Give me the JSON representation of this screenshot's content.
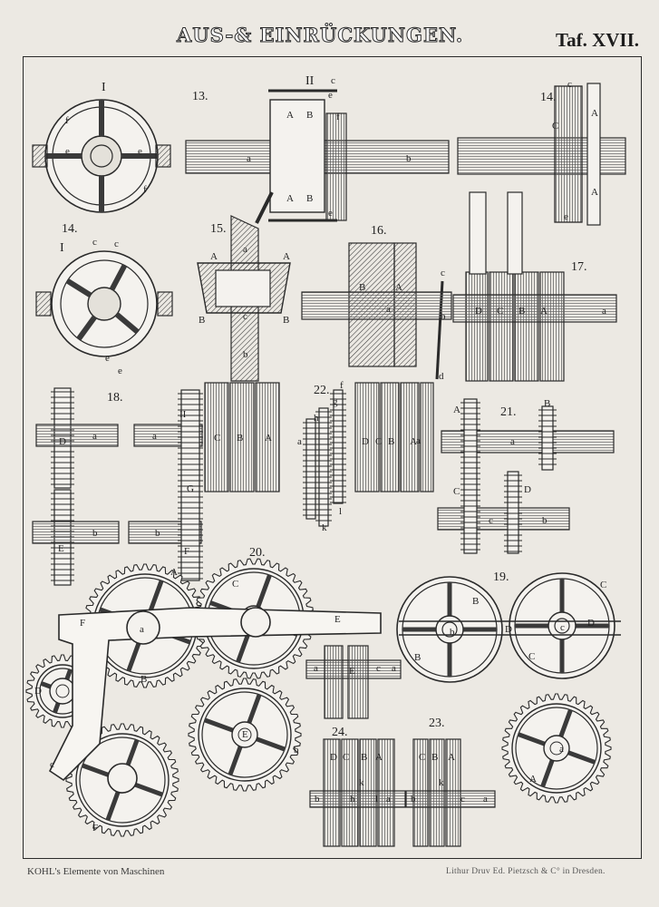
{
  "header": {
    "title": "AUS-& EINRÜCKUNGEN.",
    "plate_number": "Taf. XVII."
  },
  "figure_numbers": [
    "I",
    "13.",
    "II",
    "14.",
    "14.",
    "I",
    "15.",
    "16.",
    "17.",
    "18.",
    "22.",
    "21.",
    "20.",
    "19.",
    "24.",
    "23."
  ],
  "part_labels": {
    "fig_I_top": [
      "f",
      "f",
      "e",
      "e"
    ],
    "fig_13": [
      "A",
      "B",
      "A",
      "B",
      "c",
      "f",
      "e",
      "e",
      "a",
      "b"
    ],
    "fig_14": [
      "A",
      "A",
      "C",
      "c",
      "e"
    ],
    "fig_14_I": [
      "c",
      "c",
      "e",
      "e"
    ],
    "fig_15": [
      "A",
      "a",
      "A",
      "B",
      "B",
      "c",
      "b"
    ],
    "fig_16": [
      "B",
      "A",
      "a",
      "c",
      "b",
      "d"
    ],
    "fig_17": [
      "D",
      "C",
      "B",
      "A",
      "a"
    ],
    "fig_18": [
      "D",
      "a",
      "a",
      "C",
      "B",
      "A",
      "II",
      "G",
      "E",
      "b",
      "b",
      "F"
    ],
    "fig_22": [
      "f",
      "g",
      "h",
      "a",
      "D",
      "C",
      "B",
      "A",
      "k",
      "l",
      "a"
    ],
    "fig_21": [
      "A",
      "B",
      "a",
      "C",
      "D",
      "c",
      "b"
    ],
    "fig_20": [
      "A",
      "C",
      "a",
      "E",
      "F",
      "D",
      "c",
      "F",
      "E",
      "b",
      "B",
      "A"
    ],
    "fig_19": [
      "B",
      "C",
      "b",
      "D",
      "c",
      "D",
      "B",
      "C",
      "a",
      "A"
    ],
    "fig_E_detail": [
      "a",
      "E",
      "c",
      "a"
    ],
    "fig_24": [
      "D",
      "C",
      "B",
      "A",
      "k",
      "b",
      "h",
      "l",
      "a"
    ],
    "fig_23": [
      "C",
      "B",
      "A",
      "k",
      "b",
      "c",
      "a"
    ]
  },
  "footer": {
    "left": "KOHL's Elemente von Maschinen",
    "right": "Lithur Druv Ed. Pietzsch & C° in Dresden."
  }
}
